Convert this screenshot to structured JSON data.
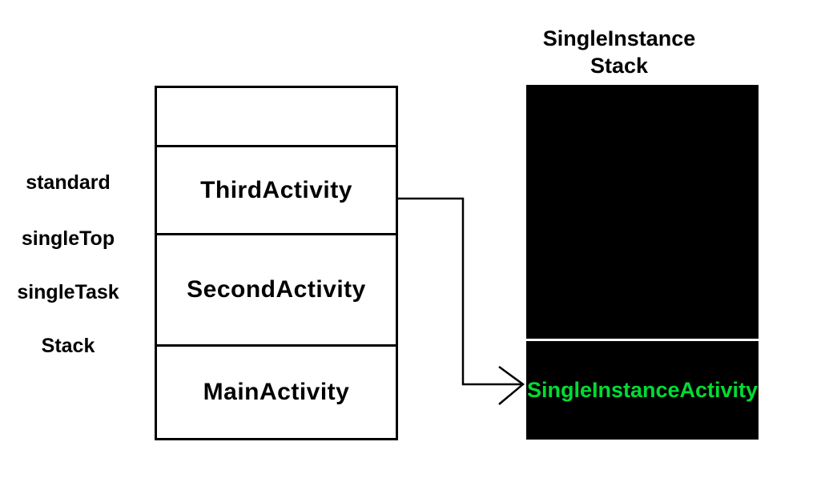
{
  "colors": {
    "background": "#ffffff",
    "line": "#000000",
    "single_instance_fill": "#000000",
    "divider": "#ffffff",
    "highlight_text": "#00dd33"
  },
  "left_panel": {
    "labels": [
      "standard",
      "singleTop",
      "singleTask",
      "Stack"
    ]
  },
  "main_stack": {
    "cells": [
      "",
      "ThirdActivity",
      "SecondActivity",
      "MainActivity"
    ]
  },
  "single_instance_stack": {
    "title_line1": "SingleInstance",
    "title_line2": "Stack",
    "activity": "SingleInstanceActivity"
  }
}
